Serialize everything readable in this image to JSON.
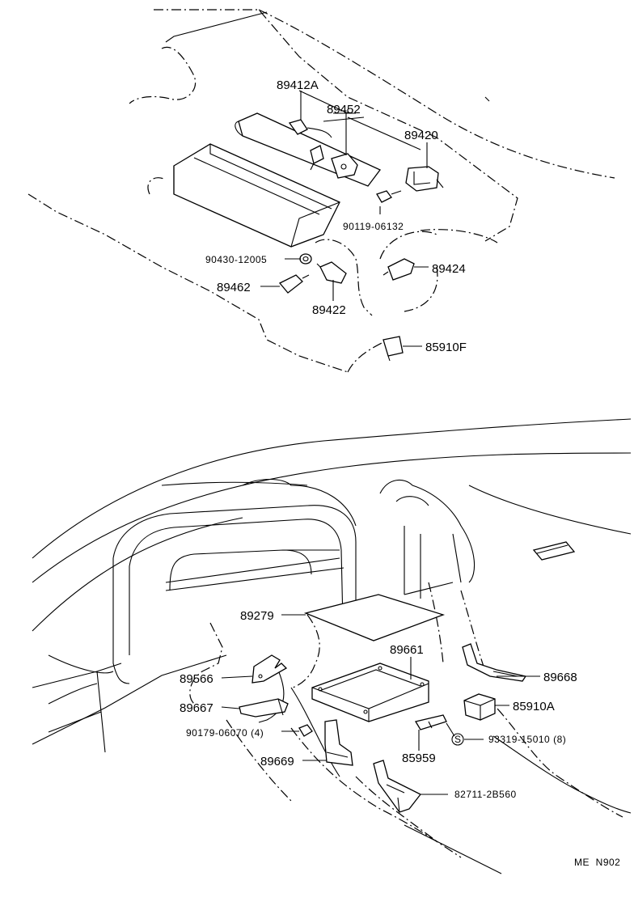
{
  "upper_section": {
    "callouts": {
      "p89412A": "89412A",
      "p89452": "89452",
      "p89420": "89420",
      "p90119": "90119-06132",
      "p90430": "90430-12005",
      "p89424": "89424",
      "p89462": "89462",
      "p89422": "89422",
      "p85910F": "85910F"
    }
  },
  "lower_section": {
    "callouts": {
      "p89279": "89279",
      "p89661": "89661",
      "p89668": "89668",
      "p89566": "89566",
      "p89667": "89667",
      "p85910A": "85910A",
      "p90179": "90179-06070 (4)",
      "p93319": "93319-15010 (8)",
      "s_symbol": "S",
      "p89669": "89669",
      "p85959": "85959",
      "p82711": "82711-2B560"
    }
  },
  "footer": {
    "code": "ME  N902"
  }
}
